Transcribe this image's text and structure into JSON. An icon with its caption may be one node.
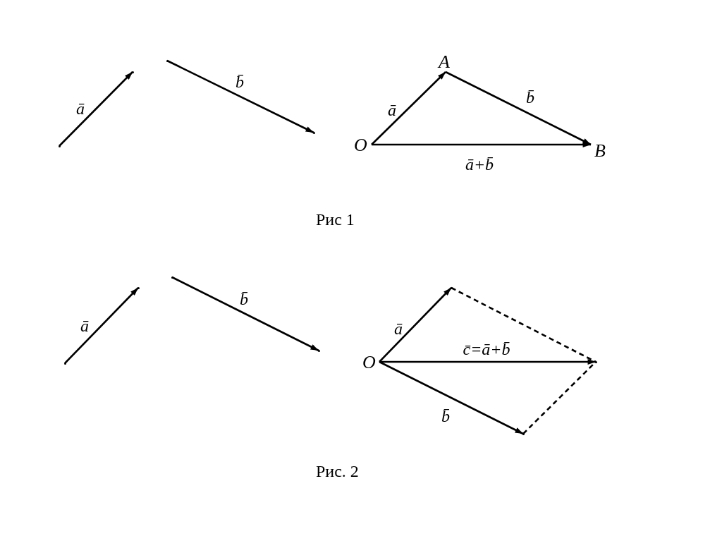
{
  "diagram": {
    "nodes": [
      {
        "text": [
          "O"
        ]
      },
      {
        "text": [
          "A"
        ]
      },
      {
        "text": [
          "B"
        ]
      },
      {
        "text": [
          "O"
        ]
      },
      {
        "text": [],
        "shape": "point"
      },
      {
        "text": [],
        "shape": "point"
      },
      {
        "text": [],
        "shape": "point"
      },
      {
        "text": [],
        "shape": "point"
      },
      {
        "text": [],
        "shape": "point"
      },
      {
        "text": [],
        "shape": "point"
      },
      {
        "text": [],
        "shape": "point"
      },
      {
        "text": [],
        "shape": "point"
      },
      {
        "text": [],
        "shape": "point"
      },
      {
        "text": [],
        "shape": "point"
      },
      {
        "text": [],
        "shape": "point"
      }
    ],
    "edges": [
      {
        "from": 7,
        "to": 8,
        "arrow": "to",
        "label": "ā"
      },
      {
        "from": 9,
        "to": 10,
        "arrow": "to",
        "label": "b̄"
      },
      {
        "from": 0,
        "to": 1,
        "arrow": "to",
        "label": "ā"
      },
      {
        "from": 1,
        "to": 2,
        "arrow": "to",
        "label": "b̄"
      },
      {
        "from": 0,
        "to": 2,
        "arrow": "to",
        "label": "ā+b̄"
      },
      {
        "from": 11,
        "to": 12,
        "arrow": "to",
        "label": "ā"
      },
      {
        "from": 13,
        "to": 14,
        "arrow": "to",
        "label": "b̄"
      },
      {
        "from": 3,
        "to": 4,
        "arrow": "to",
        "label": "ā"
      },
      {
        "from": 3,
        "to": 5,
        "arrow": "to",
        "label": "c̄=ā+b̄"
      },
      {
        "from": 3,
        "to": 6,
        "arrow": "to",
        "label": "b̄"
      },
      {
        "from": 4,
        "to": 5,
        "arrow": "none",
        "style": "dashed"
      },
      {
        "from": 6,
        "to": 5,
        "arrow": "none",
        "style": "dashed"
      }
    ],
    "labels": [
      "Рис 1",
      "Рис. 2"
    ]
  }
}
